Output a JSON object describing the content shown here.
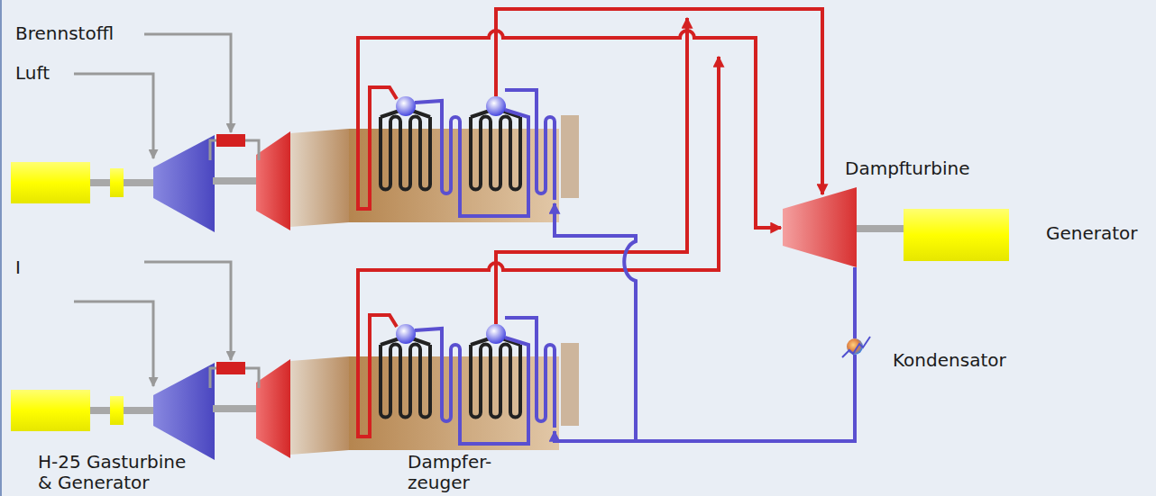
{
  "diagram": {
    "labels": [
      "Brennstoffl",
      "Luft",
      "I",
      "Dampfturbine",
      "Generator",
      "Kondensator",
      "H-25 Gasturbine & Generator",
      "Dampfer- zeuger"
    ]
  }
}
